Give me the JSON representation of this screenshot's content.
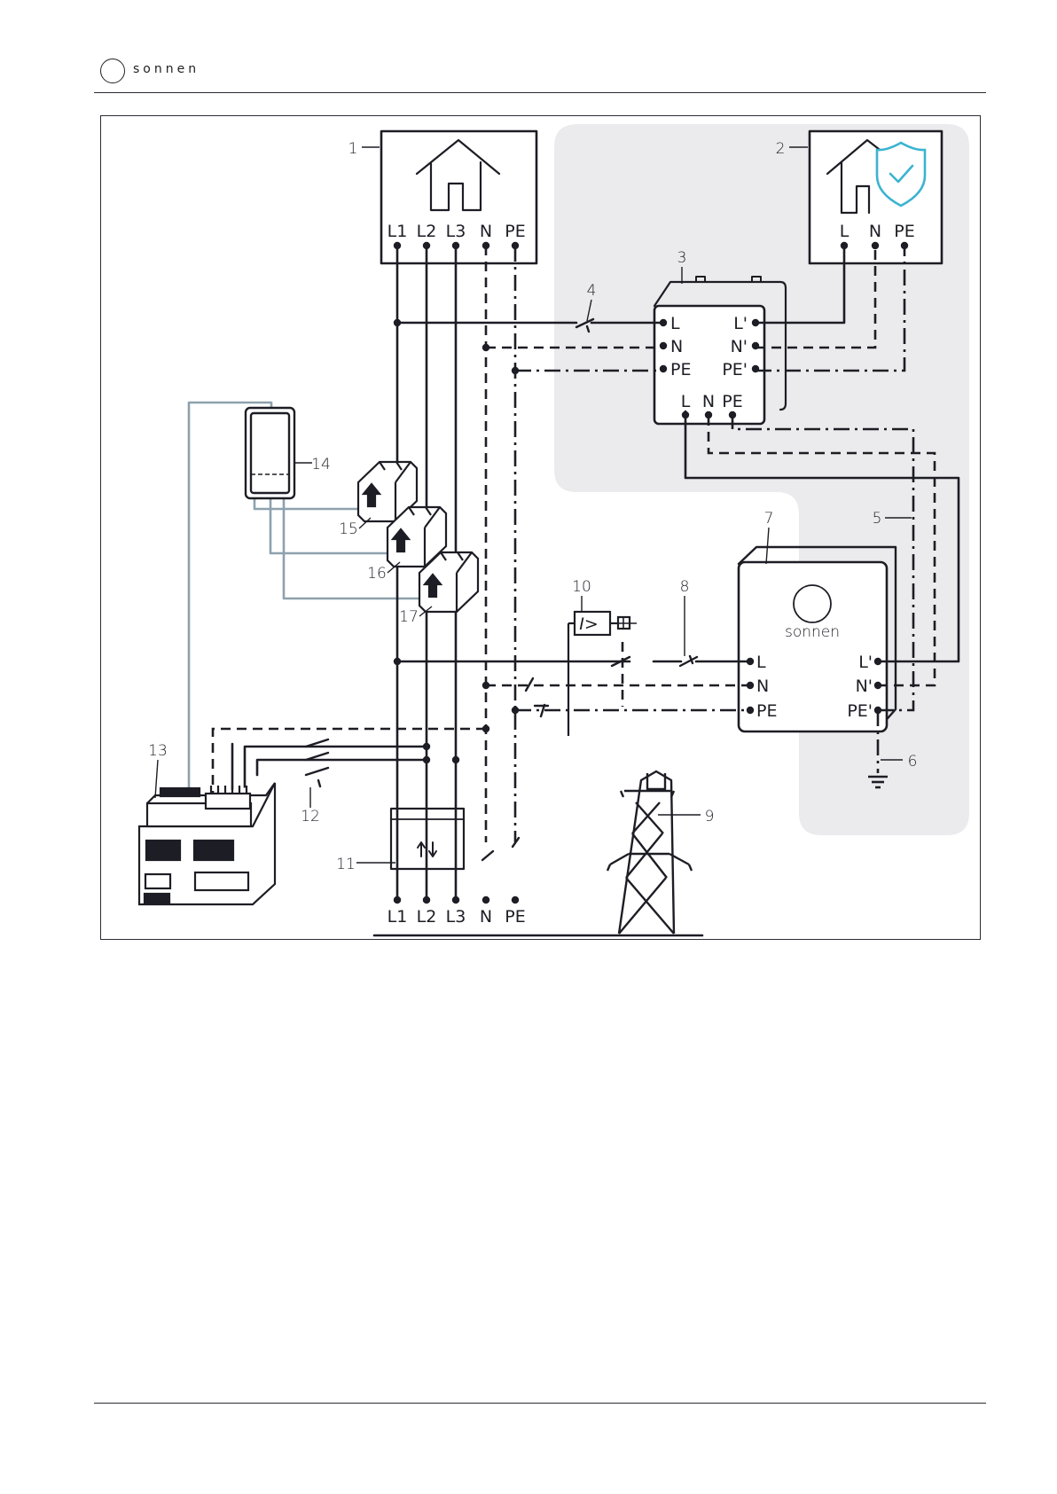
{
  "header": {
    "brand": "sonnen"
  },
  "diagram": {
    "house_terminals": [
      "L1",
      "L2",
      "L3",
      "N",
      "PE"
    ],
    "backup_house_terminals": [
      "L",
      "N",
      "PE"
    ],
    "switch_box": {
      "left_terminals": [
        "L",
        "N",
        "PE"
      ],
      "right_terminals": [
        "L'",
        "N'",
        "PE'"
      ],
      "bottom_terminals": [
        "L",
        "N",
        "PE"
      ]
    },
    "battery": {
      "brand": "sonnen",
      "left_terminals": [
        "L",
        "N",
        "PE"
      ],
      "right_terminals": [
        "L'",
        "N'",
        "PE'"
      ]
    },
    "grid_terminals": [
      "L1",
      "L2",
      "L3",
      "N",
      "PE"
    ],
    "rcd_symbol": "I>",
    "callouts": [
      "1",
      "2",
      "3",
      "4",
      "5",
      "6",
      "7",
      "8",
      "9",
      "10",
      "11",
      "12",
      "13",
      "14",
      "15",
      "16",
      "17"
    ],
    "colors": {
      "line": "#1d1d25",
      "signal_cable": "#8ea1ad",
      "backup_zone": "#ebebed",
      "shield": "#3bb3d1"
    }
  }
}
